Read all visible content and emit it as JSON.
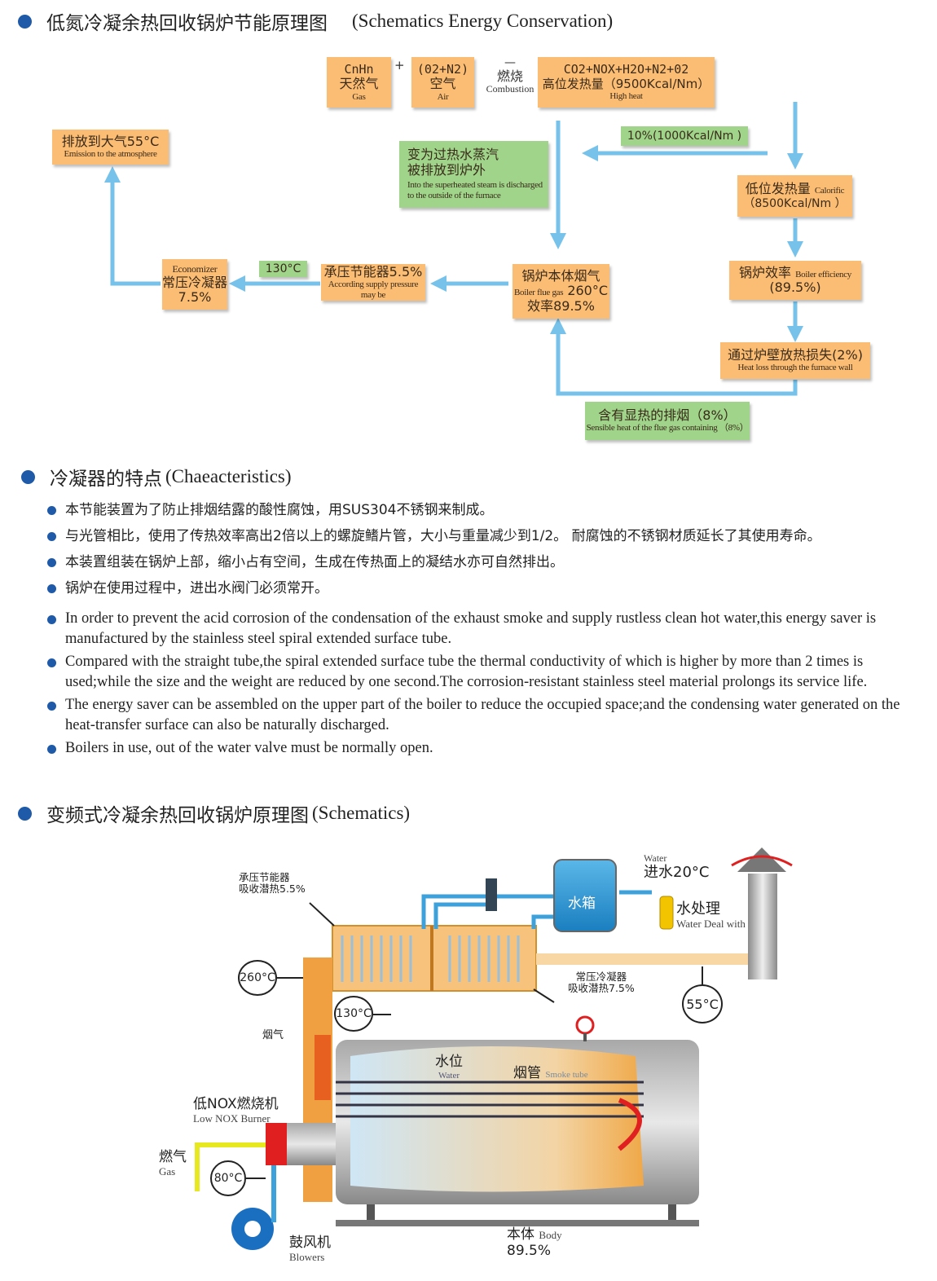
{
  "section1": {
    "title_cn": "低氮冷凝余热回收锅炉节能原理图",
    "title_en": "(Schematics Energy Conservation)"
  },
  "flow": {
    "gas": {
      "line1": "CnHn",
      "line2": "天然气",
      "line3": "Gas"
    },
    "plus": "+",
    "air": {
      "line1": "(02+N2)",
      "line2": "空气",
      "line3": "Air"
    },
    "combustion": {
      "line1": "—",
      "line2": "燃烧",
      "line3": "Combustion"
    },
    "high_heat": {
      "line1": "CO2+NOX+H2O+N2+02",
      "line2": "高位发热量（9500Kcal/Nm）",
      "line3": "High heat"
    },
    "emission": {
      "line1": "排放到大气55°C",
      "line2": "Emission to the atmosphere"
    },
    "steam": {
      "line1": "变为过热水蒸汽",
      "line2": "被排放到炉外",
      "line3": "Into the superheated steam is discharged",
      "line4": "to the outside of the furnace"
    },
    "ten_pct": "10%(1000Kcal/Nm )",
    "low_heat": {
      "line1": "低位发热量",
      "line1_en": "Calorific",
      "line2": "（8500Kcal/Nm ）"
    },
    "economizer": {
      "line1": "Economizer",
      "line2": "常压冷凝器",
      "line3": "7.5%"
    },
    "temp130": "130°C",
    "pressure": {
      "line1": "承压节能器5.5%",
      "line2": "According supply pressure may be"
    },
    "flue": {
      "line1": "锅炉本体烟气",
      "line2_en": "Boiler flue gas",
      "line2_val": "260°C",
      "line3": "效率89.5%"
    },
    "efficiency": {
      "line1": "锅炉效率",
      "line1_en": "Boiler efficiency",
      "line2": "(89.5%)"
    },
    "wall_loss": {
      "line1": "通过炉壁放热损失(2%)",
      "line2": "Heat loss through the furnace wall"
    },
    "sensible": {
      "line1": "含有显热的排烟（8%）",
      "line2": "Sensible heat of the flue gas containing （8%）"
    }
  },
  "section2": {
    "title_cn": "冷凝器的特点",
    "title_en": "(Chaeacteristics)"
  },
  "features_cn": [
    "本节能装置为了防止排烟结露的酸性腐蚀，用SUS304不锈钢来制成。",
    "与光管相比，使用了传热效率高出2倍以上的螺旋鳍片管，大小与重量减少到1/2。 耐腐蚀的不锈钢材质延长了其使用寿命。",
    "本装置组装在锅炉上部，缩小占有空间，生成在传热面上的凝结水亦可自然排出。",
    "锅炉在使用过程中，进出水阀门必须常开。"
  ],
  "features_en": [
    "In order to prevent the acid corrosion of the condensation of the exhaust smoke and supply rustless clean hot water,this energy saver is manufactured by the stainless steel spiral extended surface tube.",
    "Compared with the straight tube,the spiral extended surface tube the thermal conductivity of which is higher by more than 2 times is used;while the size and the weight are reduced by one second.The corrosion-resistant stainless steel material prolongs its service life.",
    "The energy saver can be assembled on the upper part of the boiler to reduce the occupied space;and the condensing water generated on the heat-transfer surface can also be naturally discharged.",
    "Boilers in use, out of the water valve must be normally open."
  ],
  "section3": {
    "title_cn": "变频式冷凝余热回收锅炉原理图",
    "title_en": "(Schematics)"
  },
  "diagram": {
    "pressure_eco": {
      "line1": "承压节能器",
      "line2": "吸收潜热5.5%"
    },
    "t260": "260°C",
    "t130": "130°C",
    "t80": "80°C",
    "t55": "55°C",
    "flue_gas": "烟气",
    "burner": {
      "cn": "低NOX燃烧机",
      "en": "Low NOX  Burner"
    },
    "gas": {
      "cn": "燃气",
      "en": "Gas"
    },
    "blower": {
      "cn": "鼓风机",
      "en": "Blowers"
    },
    "body": {
      "cn": "本体",
      "en": "Body",
      "val": "89.5%"
    },
    "water_level": {
      "cn": "水位",
      "en": "Water"
    },
    "smoke_tube": {
      "cn": "烟管",
      "en": "Smoke tube"
    },
    "tank": "水箱",
    "water_in": {
      "en": "Water",
      "cn": "进水20°C"
    },
    "treatment": {
      "cn": "水处理",
      "en": "Water Deal with"
    },
    "atm_cond": {
      "line1": "常压冷凝器",
      "line2": "吸收潜热7.5%"
    }
  },
  "colors": {
    "orange_box": "#fbbd73",
    "green_box": "#9fd48a",
    "arrow_blue": "#76c2ea",
    "bullet_blue": "#1e5aa8"
  }
}
